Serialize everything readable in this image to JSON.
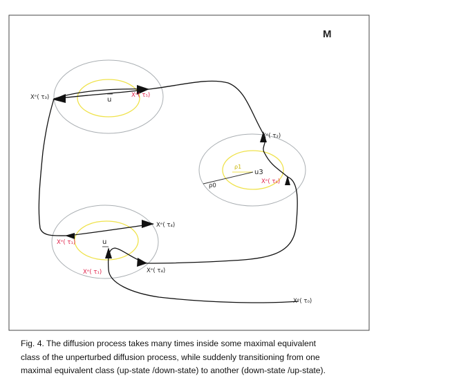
{
  "figure": {
    "manifold_label": "M",
    "states": {
      "top_left": {
        "label": "u"
      },
      "right": {
        "label": "u3",
        "inner_radius_label": "ρ1",
        "outer_radius_label": "ρ0"
      },
      "bottom": {
        "label": "u"
      }
    },
    "points": {
      "x_t3": "Xᵉ( τ₃)",
      "x_t5": "Xᵉ( τ₅)",
      "x_t2": "Xᵉ( τ₂)",
      "x_t6": "Xᵉ( τ₆)",
      "x_t4_up": "Xᵉ( τ₄)",
      "x_t4": "Xᵉ( τ₄)",
      "x_t1": "Xᵉ( τ₁)",
      "x_t1_low": "Xᵉ( τ₁)",
      "x_t0": "Xᵉ( τ₀)"
    },
    "colors": {
      "outer_circle": "#a9aeb2",
      "inner_circle": "#efe24a",
      "path": "#111111",
      "red_label": "#e0224a"
    }
  },
  "caption": {
    "line1": "Fig. 4. The diffusion process takes many times  inside some  maximal equivalent",
    "line2": "class of the unperturbed diffusion process, while suddenly transitioning from one",
    "line3": "maximal equivalent class (up-state /down-state) to another (down-state /up-state)."
  }
}
